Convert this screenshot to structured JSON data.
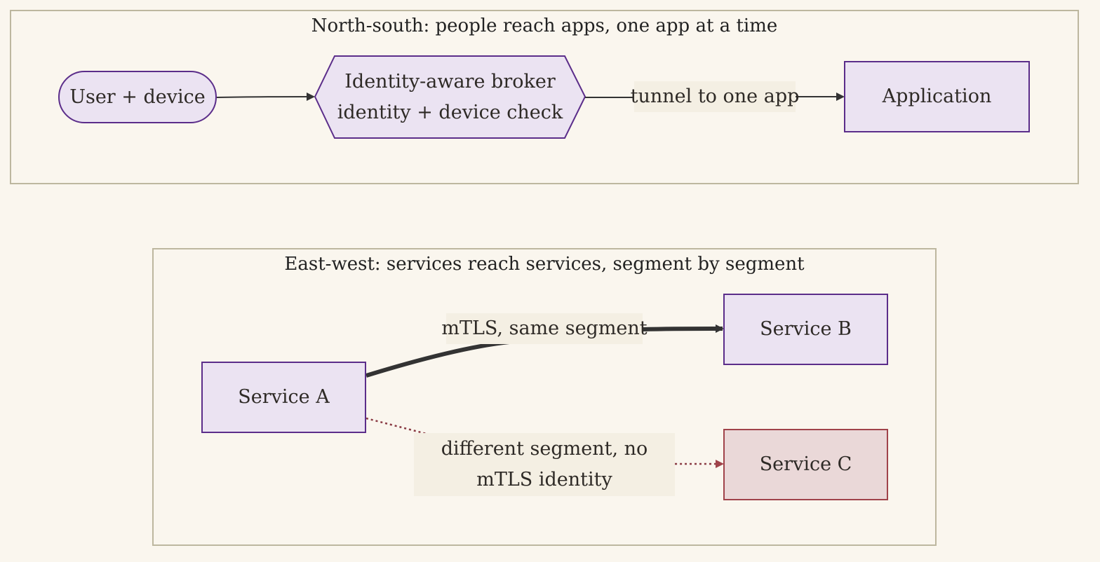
{
  "north_south": {
    "title": "North-south: people reach apps, one app at a time",
    "nodes": {
      "user": "User + device",
      "broker_line1": "Identity-aware broker",
      "broker_line2": "identity + device check",
      "application": "Application"
    },
    "edges": {
      "tunnel_label": "tunnel to one app"
    }
  },
  "east_west": {
    "title": "East-west: services reach services, segment by segment",
    "nodes": {
      "service_a": "Service A",
      "service_b": "Service B",
      "service_c": "Service C"
    },
    "edges": {
      "a_to_b_label": "mTLS, same segment",
      "a_to_c_label_line1": "different segment, no",
      "a_to_c_label_line2": "mTLS identity"
    }
  },
  "colors": {
    "background": "#faf6ee",
    "cluster_border": "#bdb79f",
    "node_fill": "#ebe3f2",
    "node_stroke": "#5b2d8a",
    "blocked_fill": "#ead8d8",
    "blocked_stroke": "#a0434a",
    "edge": "#333333",
    "blocked_edge": "#8a3b44",
    "label_bg": "#f4efe3"
  }
}
